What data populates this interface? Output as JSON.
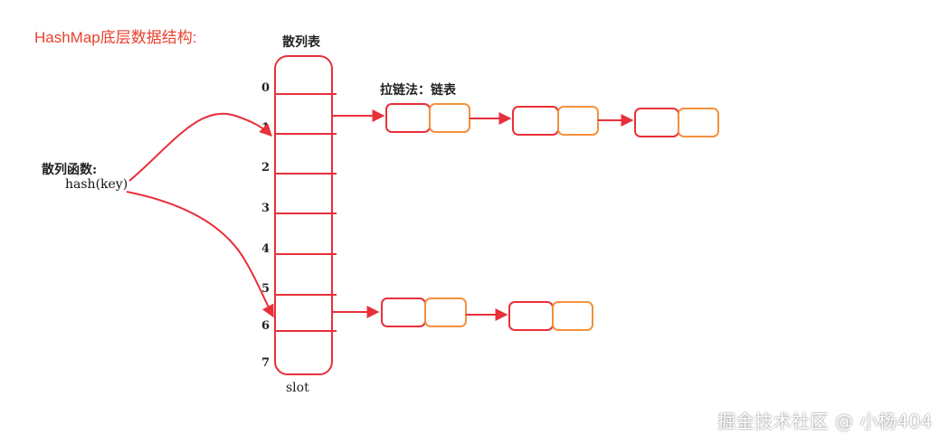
{
  "title": "HashMap底层数据结构:",
  "hash_function": {
    "label": "散列函数:",
    "call": "hash(key)"
  },
  "hash_table": {
    "label": "散列表",
    "bottom_label": "slot",
    "indices": [
      "0",
      "1",
      "2",
      "3",
      "4",
      "5",
      "6",
      "7"
    ]
  },
  "chain_label": "拉链法：链表",
  "chains": [
    {
      "from_slot": "1",
      "nodes": 3
    },
    {
      "from_slot": "6",
      "nodes": 2
    }
  ],
  "watermark": "掘金技术社区 @ 小杨404",
  "colors": {
    "stroke_red": "#e8303a",
    "node_key": "#e8303a",
    "node_value": "#f3913c",
    "title": "#e8412f"
  }
}
